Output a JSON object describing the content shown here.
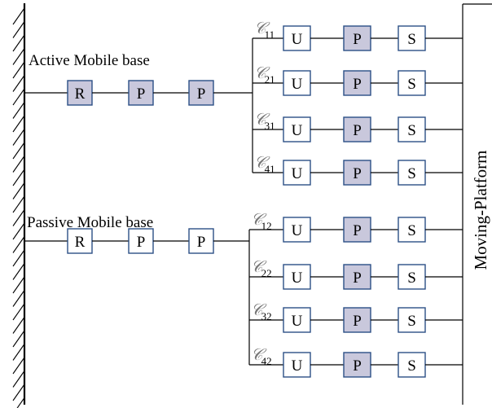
{
  "colors": {
    "actuated_fill": "#c9c8dc",
    "passive_fill": "#ffffff",
    "box_border": "#2c4f86",
    "line": "#000000"
  },
  "bases": [
    {
      "label": "Active Mobile base",
      "base_joints": [
        {
          "text": "R",
          "actuated": true
        },
        {
          "text": "P",
          "actuated": true
        },
        {
          "text": "P",
          "actuated": true
        }
      ],
      "limbs": [
        {
          "chain": "𝒞",
          "index": "11",
          "joints": [
            {
              "text": "U",
              "actuated": false
            },
            {
              "text": "P",
              "actuated": true
            },
            {
              "text": "S",
              "actuated": false
            }
          ]
        },
        {
          "chain": "𝒞",
          "index": "21",
          "joints": [
            {
              "text": "U",
              "actuated": false
            },
            {
              "text": "P",
              "actuated": true
            },
            {
              "text": "S",
              "actuated": false
            }
          ]
        },
        {
          "chain": "𝒞",
          "index": "31",
          "joints": [
            {
              "text": "U",
              "actuated": false
            },
            {
              "text": "P",
              "actuated": true
            },
            {
              "text": "S",
              "actuated": false
            }
          ]
        },
        {
          "chain": "𝒞",
          "index": "41",
          "joints": [
            {
              "text": "U",
              "actuated": false
            },
            {
              "text": "P",
              "actuated": true
            },
            {
              "text": "S",
              "actuated": false
            }
          ]
        }
      ]
    },
    {
      "label": "Passive Mobile base",
      "base_joints": [
        {
          "text": "R",
          "actuated": false
        },
        {
          "text": "P",
          "actuated": false
        },
        {
          "text": "P",
          "actuated": false
        }
      ],
      "limbs": [
        {
          "chain": "𝒞",
          "index": "12",
          "joints": [
            {
              "text": "U",
              "actuated": false
            },
            {
              "text": "P",
              "actuated": true
            },
            {
              "text": "S",
              "actuated": false
            }
          ]
        },
        {
          "chain": "𝒞",
          "index": "22",
          "joints": [
            {
              "text": "U",
              "actuated": false
            },
            {
              "text": "P",
              "actuated": true
            },
            {
              "text": "S",
              "actuated": false
            }
          ]
        },
        {
          "chain": "𝒞",
          "index": "32",
          "joints": [
            {
              "text": "U",
              "actuated": false
            },
            {
              "text": "P",
              "actuated": true
            },
            {
              "text": "S",
              "actuated": false
            }
          ]
        },
        {
          "chain": "𝒞",
          "index": "42",
          "joints": [
            {
              "text": "U",
              "actuated": false
            },
            {
              "text": "P",
              "actuated": true
            },
            {
              "text": "S",
              "actuated": false
            }
          ]
        }
      ]
    }
  ],
  "platform": {
    "label": "Moving-Platform"
  }
}
